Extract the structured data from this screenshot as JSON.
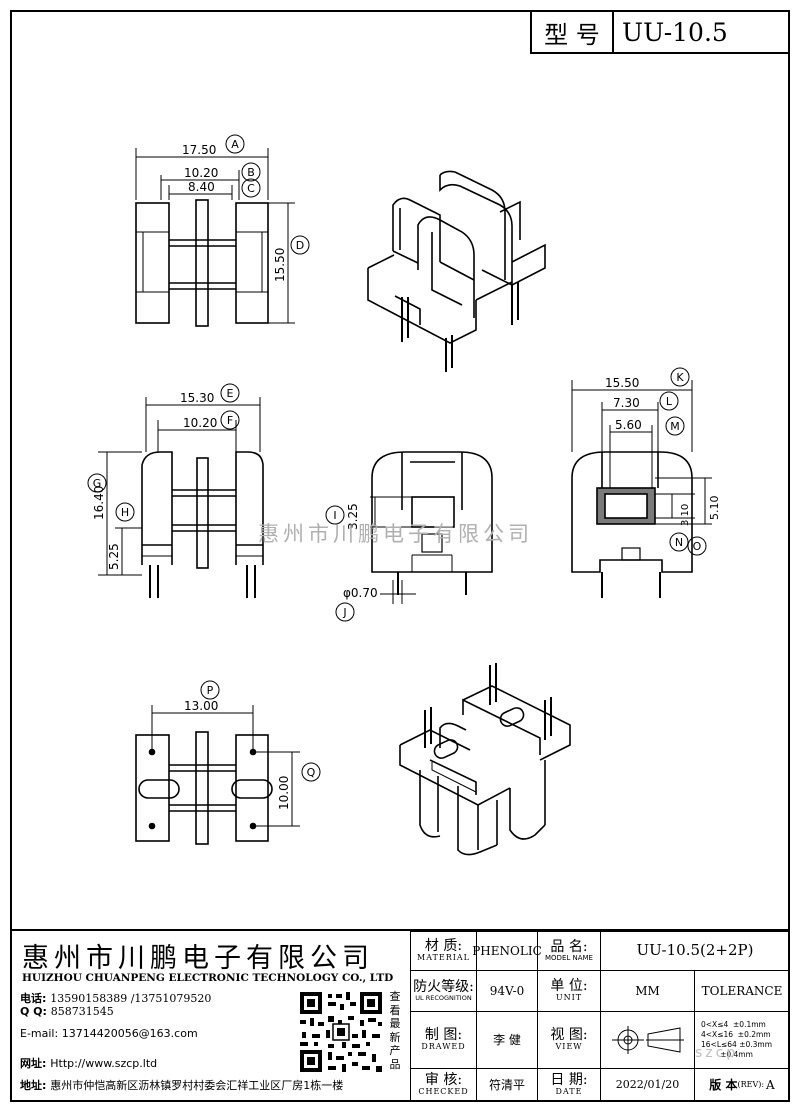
{
  "header": {
    "model_label": "型 号",
    "model_value": "UU-10.5"
  },
  "dims": {
    "A": {
      "letter": "A",
      "value": "17.50"
    },
    "B": {
      "letter": "B",
      "value": "10.20"
    },
    "C": {
      "letter": "C",
      "value": "8.40"
    },
    "D": {
      "letter": "D",
      "value": "15.50"
    },
    "E": {
      "letter": "E",
      "value": "15.30"
    },
    "F": {
      "letter": "F",
      "value": "10.20"
    },
    "G": {
      "letter": "G",
      "value": "16.40"
    },
    "H": {
      "letter": "H",
      "value": "5.25"
    },
    "I": {
      "letter": "I",
      "value": "3.25"
    },
    "J": {
      "letter": "J",
      "value": "φ0.70"
    },
    "K": {
      "letter": "K",
      "value": "15.50"
    },
    "L": {
      "letter": "L",
      "value": "7.30"
    },
    "M": {
      "letter": "M",
      "value": "5.60"
    },
    "N": {
      "letter": "N",
      "value": "3.10"
    },
    "O": {
      "letter": "O",
      "value": "5.10"
    },
    "P": {
      "letter": "P",
      "value": "13.00"
    },
    "Q": {
      "letter": "Q",
      "value": "10.00"
    }
  },
  "watermark": "惠州市川鹏电子有限公司",
  "company": {
    "name_cn": "惠州市川鹏电子有限公司",
    "name_en": "HUIZHOU CHUANPENG ELECTRONIC TECHNOLOGY CO., LTD",
    "phone_label": "电话:",
    "phone": "13590158389 /13751079520",
    "qq_label": "Q Q:",
    "qq": "858731545",
    "email_label": "E-mail:",
    "email": "13714420056@163.com",
    "web_label": "网址:",
    "web": "Http://www.szcp.ltd",
    "addr_label": "地址:",
    "addr": "惠州市仲恺高新区沥林镇罗村村委会汇祥工业区厂房1栋一楼",
    "qr_caption": [
      "查",
      "看",
      "最",
      "新",
      "产",
      "品"
    ],
    "footer_wm": "szcp"
  },
  "table": {
    "material_cn": "材 质:",
    "material_en": "MATERIAL",
    "material_value": "PHENOLIC",
    "partname_cn": "品 名:",
    "partname_en": "MODEL NAME",
    "partname_value": "UU-10.5(2+2P)",
    "fire_cn": "防火等级:",
    "fire_en": "UL RECOGNITION",
    "fire_value": "94V-0",
    "unit_cn": "单 位:",
    "unit_en": "UNIT",
    "unit_value": "MM",
    "tolerance_label": "TOLERANCE",
    "drawn_cn": "制 图:",
    "drawn_en": "DRAWED",
    "drawn_value": "李 健",
    "view_cn": "视 图:",
    "view_en": "VIEW",
    "tolerance_rows": [
      "0<X≤4  ±0.1mm",
      "4<X≤16  ±0.2mm",
      "16<L≤64 ±0.3mm",
      "        ±0.4mm"
    ],
    "check_cn": "审 核:",
    "check_en": "CHECKED",
    "check_value": "符清平",
    "date_cn": "日 期:",
    "date_en": "DATE",
    "date_value": "2022/01/20",
    "rev_label": "版 本",
    "rev_small": "(REV):",
    "rev_value": "A"
  }
}
